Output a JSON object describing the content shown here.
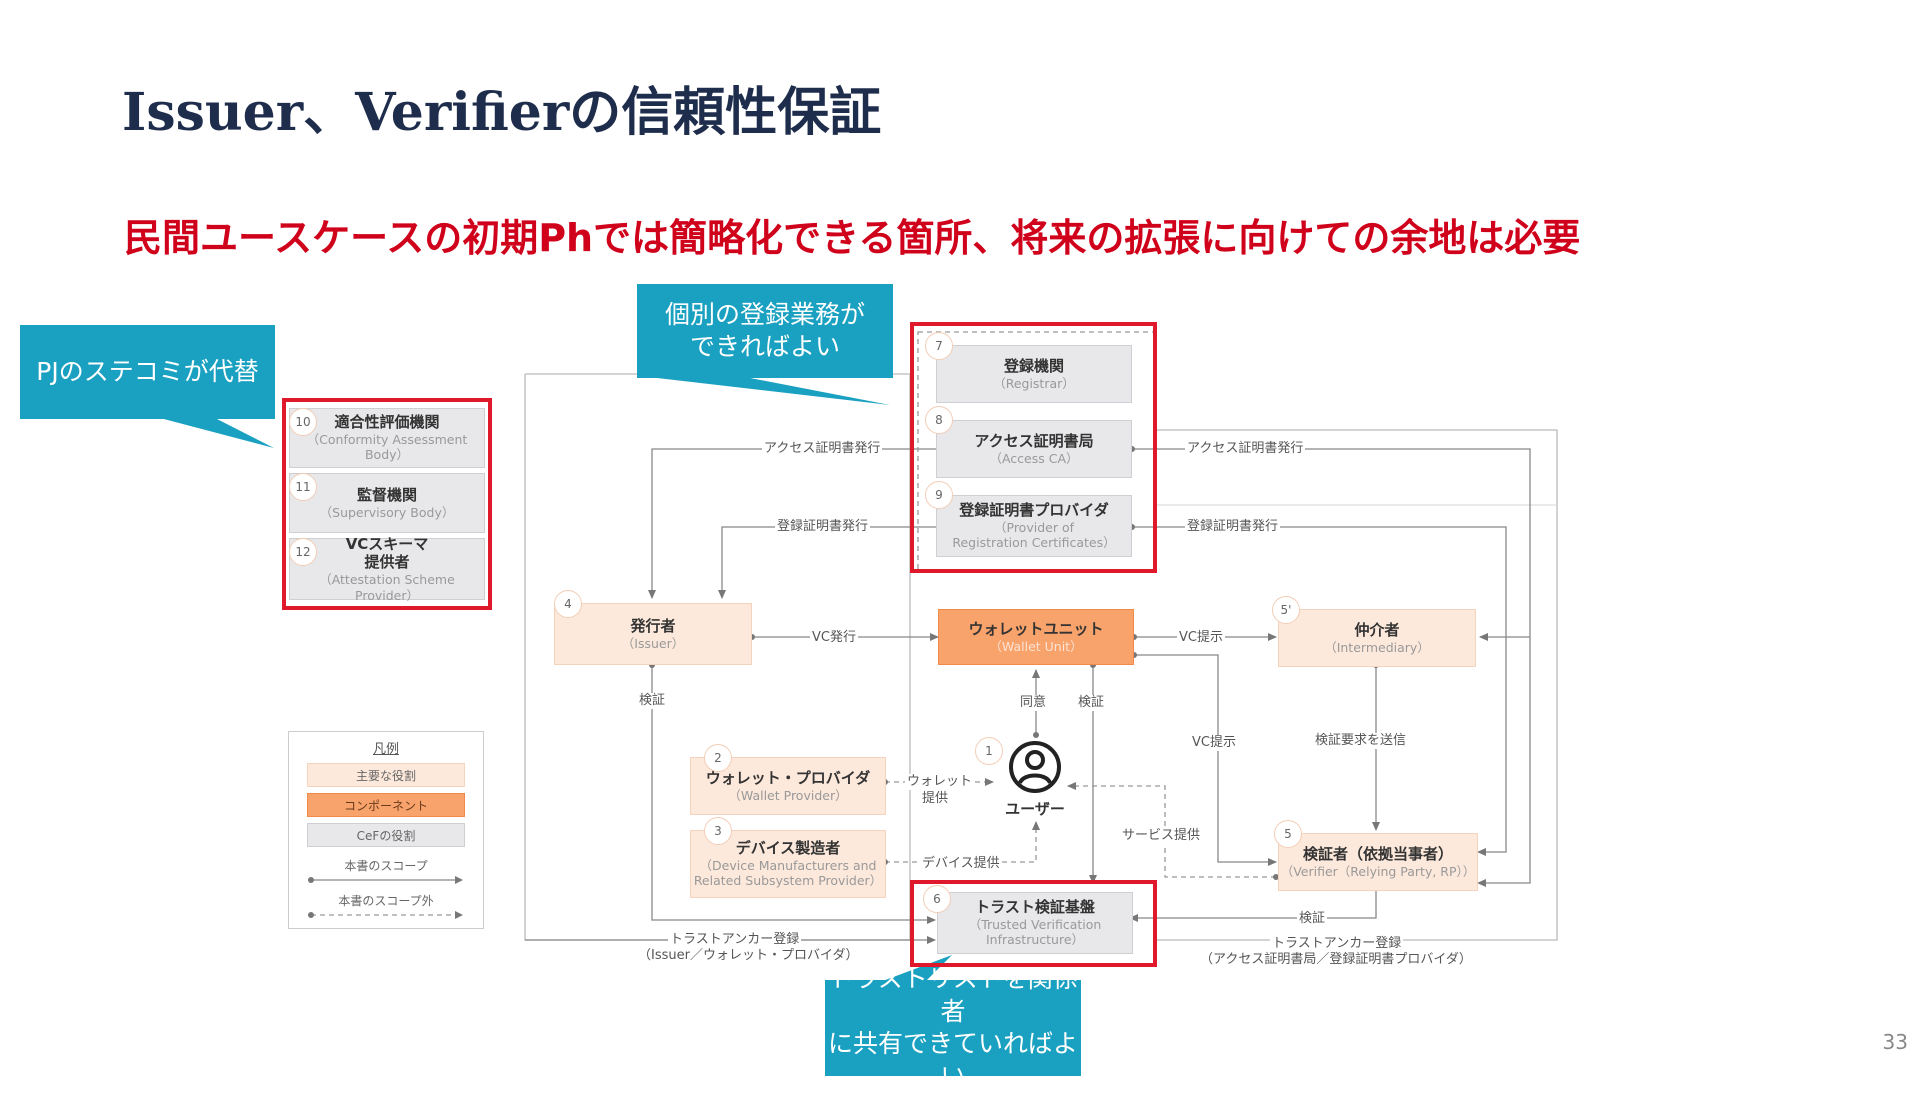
{
  "slide": {
    "title": "Issuer、Verifierの信頼性保証",
    "subtitle": "民間ユースケースの初期Phでは簡略化できる箇所、将来の拡張に向けての余地は必要",
    "page_number": "33"
  },
  "callouts": {
    "pj": "PJのステコミが代替",
    "registration_line1": "個別の登録業務が",
    "registration_line2": "できればよい",
    "trustlist_line1": "トラストリストを関係者",
    "trustlist_line2": "に共有できていればよい"
  },
  "nodes": {
    "registrar": {
      "num": "7",
      "jp": "登録機関",
      "en": "（Registrar）"
    },
    "access_ca": {
      "num": "8",
      "jp": "アクセス証明書局",
      "en": "（Access CA）"
    },
    "reg_cert_provider": {
      "num": "9",
      "jp": "登録証明書プロバイダ",
      "en1": "（Provider of",
      "en2": "Registration Certificates）"
    },
    "conformity": {
      "num": "10",
      "jp": "適合性評価機関",
      "en1": "（Conformity Assessment",
      "en2": "Body）"
    },
    "supervisory": {
      "num": "11",
      "jp": "監督機関",
      "en": "（Supervisory Body）"
    },
    "vc_schema": {
      "num": "12",
      "jp1": "VCスキーマ",
      "jp2": "提供者",
      "en": "（Attestation Scheme Provider）"
    },
    "issuer": {
      "num": "4",
      "jp": "発行者",
      "en": "（Issuer）"
    },
    "wallet_unit": {
      "jp": "ウォレットユニット",
      "en": "（Wallet Unit）"
    },
    "intermediary": {
      "num": "5'",
      "jp": "仲介者",
      "en": "（Intermediary）"
    },
    "wallet_provider": {
      "num": "2",
      "jp": "ウォレット・プロバイダ",
      "en": "（Wallet Provider）"
    },
    "device_maker": {
      "num": "3",
      "jp": "デバイス製造者",
      "en1": "（Device Manufacturers and",
      "en2": "Related Subsystem Provider）"
    },
    "user": {
      "num": "1",
      "jp": "ユーザー"
    },
    "verifier": {
      "num": "5",
      "jp": "検証者（依拠当事者）",
      "en": "（Verifier（Relying Party, RP））"
    },
    "trust_infra": {
      "num": "6",
      "jp": "トラスト検証基盤",
      "en1": "（Trusted Verification",
      "en2": "Infrastructure）"
    }
  },
  "edges": {
    "access_cert_left": "アクセス証明書発行",
    "reg_cert_left": "登録証明書発行",
    "access_cert_right": "アクセス証明書発行",
    "reg_cert_right": "登録証明書発行",
    "vc_issue": "VC発行",
    "vc_present_top": "VC提示",
    "vc_present": "VC提示",
    "verify_left": "検証",
    "consent": "同意",
    "verify_mid": "検証",
    "verify_request": "検証要求を送信",
    "wallet_provide_1": "ウォレット",
    "wallet_provide_2": "提供",
    "device_provide": "デバイス提供",
    "service_provide": "サービス提供",
    "verify_bottom": "検証",
    "trust_anchor_left_1": "トラストアンカー登録",
    "trust_anchor_left_2": "（Issuer／ウォレット・プロバイダ）",
    "trust_anchor_right_1": "トラストアンカー登録",
    "trust_anchor_right_2": "（アクセス証明書局／登録証明書プロバイダ）"
  },
  "legend": {
    "title": "凡例",
    "main_role": "主要な役割",
    "component": "コンポーネント",
    "cef_role": "CeFの役割",
    "in_scope": "本書のスコープ",
    "out_scope": "本書のスコープ外"
  },
  "colors": {
    "title": "#1f2d4d",
    "subtitle": "#d0021b",
    "callout": "#1aa0c0",
    "highlight": "#e0182c",
    "main_role": "#fde9dc",
    "component": "#f7a36b",
    "cef_role": "#e8e8ea"
  }
}
